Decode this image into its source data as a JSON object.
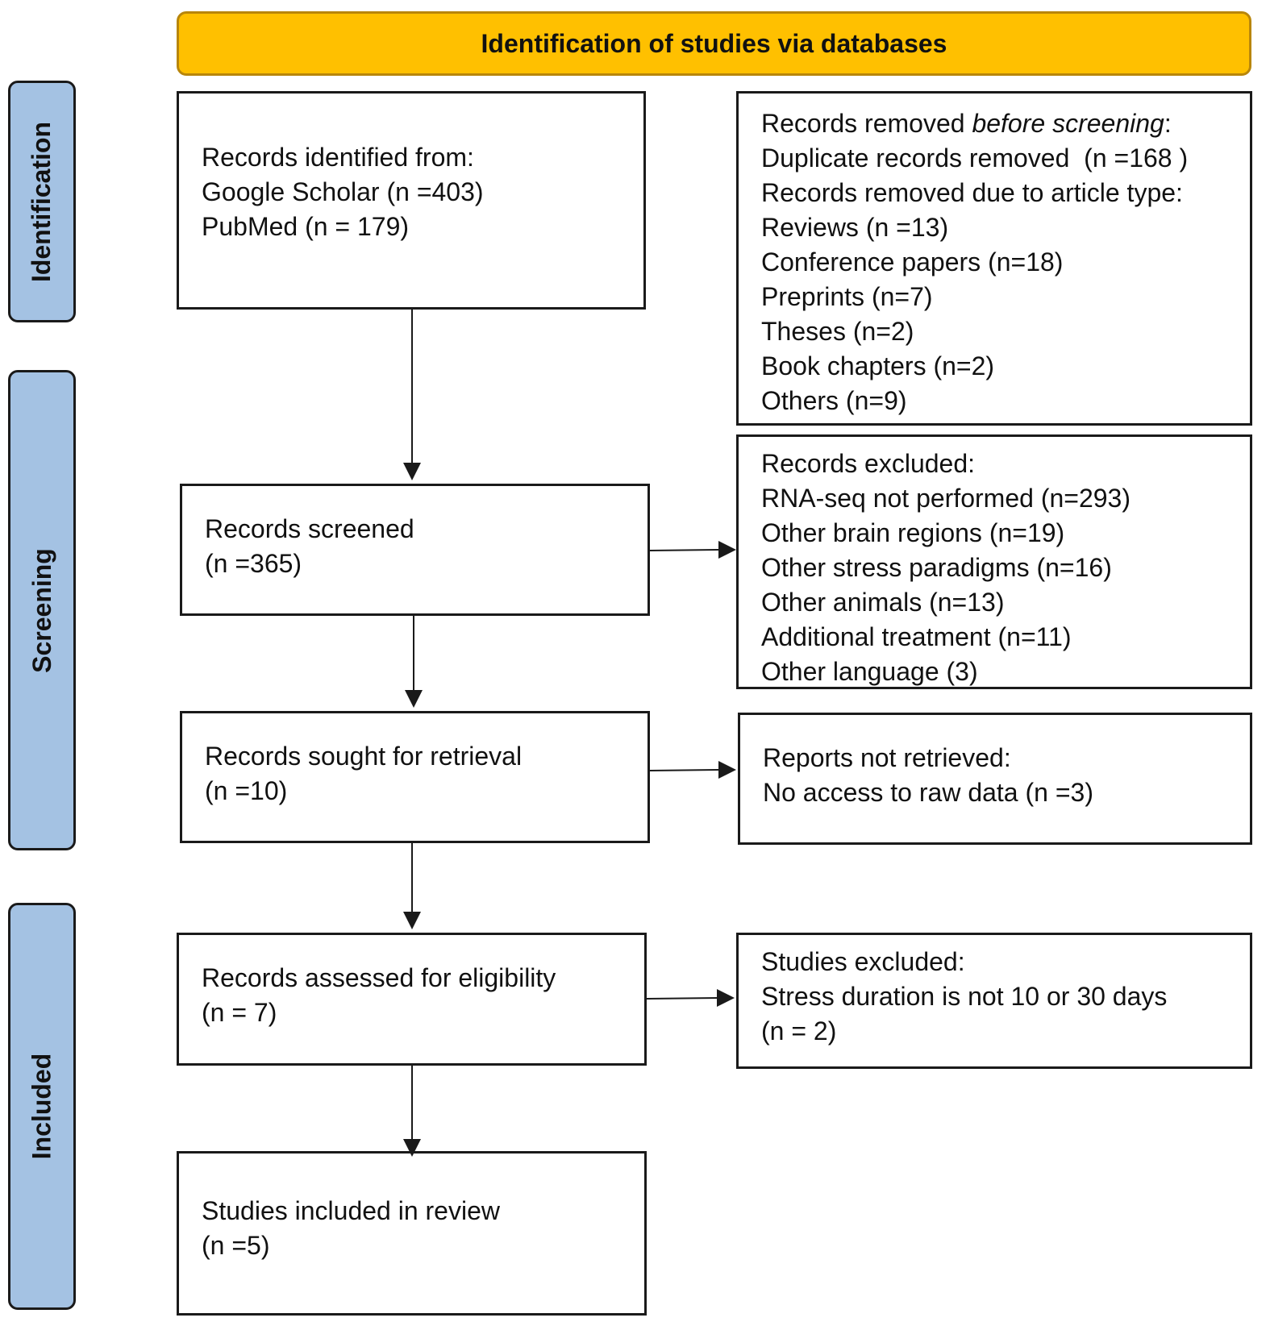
{
  "header": {
    "title": "Identification of studies via databases"
  },
  "phases": {
    "identification": "Identification",
    "screening": "Screening",
    "included": "Included"
  },
  "boxes": {
    "identified": {
      "lines": [
        "Records identified from:",
        "Google Scholar (n =403)",
        "PubMed (n = 179)"
      ]
    },
    "removed": {
      "heading_prefix": "Records removed ",
      "heading_italic": "before screening",
      "heading_suffix": ":",
      "lines": [
        "Duplicate records removed  (n =168 )",
        "Records removed due to article type:",
        "Reviews (n =13)",
        "Conference papers (n=18)",
        "Preprints (n=7)",
        "Theses (n=2)",
        "Book chapters (n=2)",
        "Others (n=9)"
      ]
    },
    "screened": {
      "lines": [
        "Records screened",
        "(n =365)"
      ]
    },
    "excluded": {
      "lines": [
        "Records excluded:",
        "RNA-seq not performed (n=293)",
        "Other brain regions (n=19)",
        "Other stress paradigms (n=16)",
        "Other animals (n=13)",
        "Additional treatment (n=11)",
        "Other language (3)"
      ]
    },
    "retrieval": {
      "lines": [
        "Records sought for retrieval",
        "(n =10)"
      ]
    },
    "not_retrieved": {
      "lines": [
        "Reports not retrieved:",
        "No access to raw data (n =3)"
      ]
    },
    "eligibility": {
      "lines": [
        "Records assessed for eligibility",
        "(n = 7)"
      ]
    },
    "studies_excluded": {
      "lines": [
        "Studies excluded:",
        "Stress duration is not 10 or 30 days",
        "(n = 2)"
      ]
    },
    "included": {
      "lines": [
        "Studies included in review",
        "(n =5)"
      ]
    }
  },
  "colors": {
    "header_fill": "#FFC000",
    "phase_fill": "#A4C2E3",
    "stroke": "#1a1a1a"
  }
}
